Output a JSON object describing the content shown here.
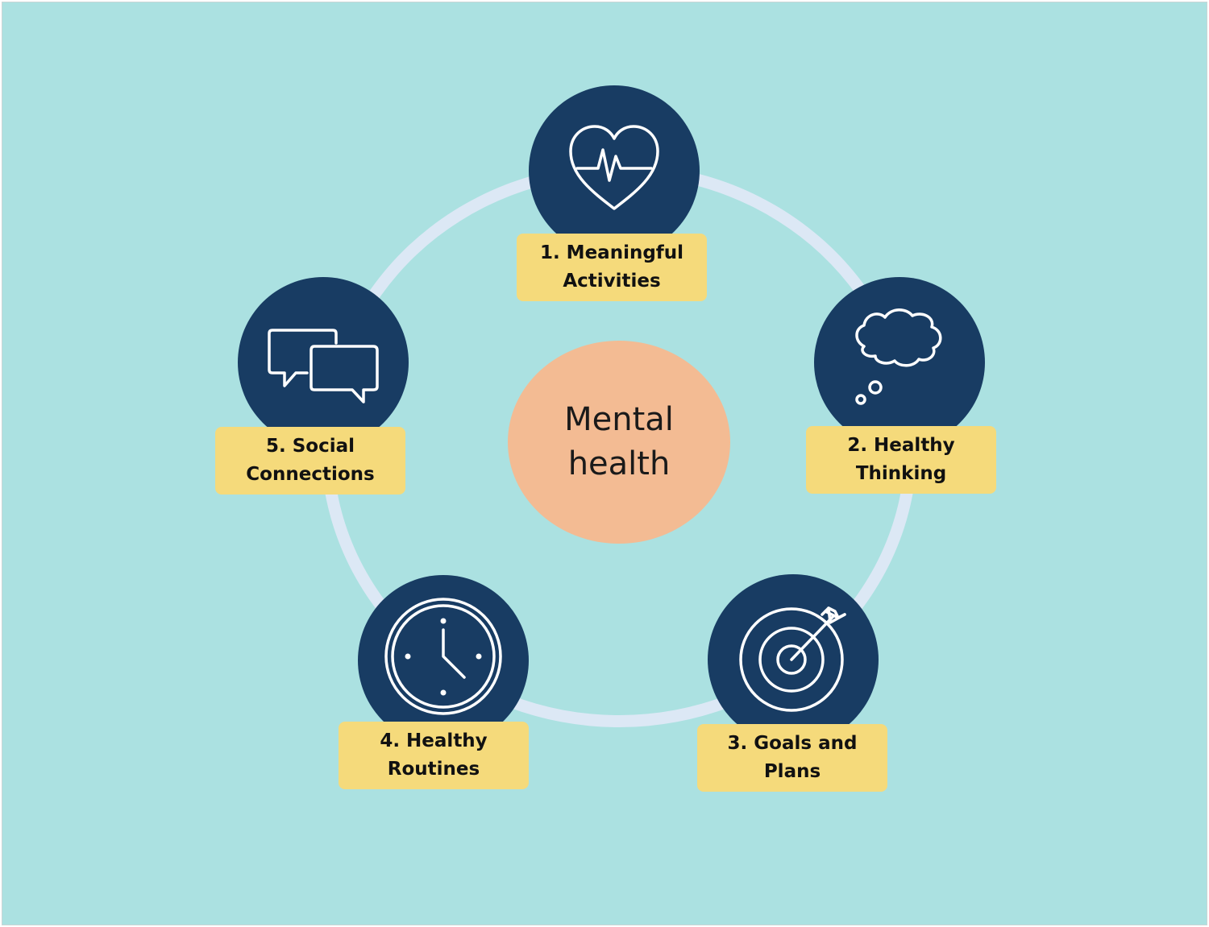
{
  "center": {
    "text": "Mental\nhealth"
  },
  "items": [
    {
      "label": "1. Meaningful\nActivities",
      "icon": "heart-pulse-icon"
    },
    {
      "label": "2. Healthy\nThinking",
      "icon": "thought-cloud-icon"
    },
    {
      "label": "3. Goals and\nPlans",
      "icon": "target-arrow-icon"
    },
    {
      "label": "4. Healthy\nRoutines",
      "icon": "clock-icon"
    },
    {
      "label": "5. Social\nConnections",
      "icon": "speech-bubbles-icon"
    }
  ],
  "colors": {
    "background": "#abe1e1",
    "ring": "#dce8f5",
    "node": "#183c63",
    "label": "#f5da7b",
    "center": "#f3bb93"
  }
}
